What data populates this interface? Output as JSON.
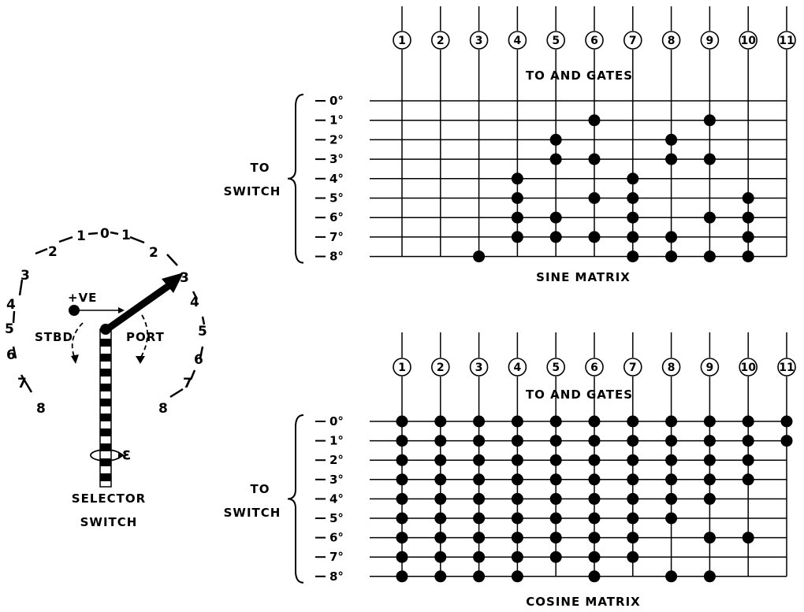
{
  "selector": {
    "label_line1": "SELECTOR",
    "label_line2": "SWITCH",
    "positive_label": "+VE",
    "stbd_label": "STBD",
    "port_label": "PORT",
    "epsilon_label": "ε",
    "dial_left": [
      "2",
      "1",
      "0",
      "1",
      "2",
      "3",
      "4",
      "5",
      "6",
      "7",
      "8"
    ],
    "dial_right": [
      "3",
      "4",
      "5",
      "6",
      "7",
      "8"
    ],
    "left_side_digits": [
      "3",
      "4",
      "5",
      "6",
      "7",
      "8"
    ]
  },
  "sine_matrix": {
    "title": "SINE MATRIX",
    "gates_label": "TO AND GATES",
    "switch_label_line1": "TO",
    "switch_label_line2": "SWITCH",
    "columns": [
      "1",
      "2",
      "3",
      "4",
      "5",
      "6",
      "7",
      "8",
      "9",
      "10",
      "11"
    ],
    "rows": [
      "0°",
      "1°",
      "2°",
      "3°",
      "4°",
      "5°",
      "6°",
      "7°",
      "8°"
    ],
    "dots": [
      [],
      [
        6,
        9
      ],
      [
        5,
        8
      ],
      [
        5,
        6,
        8,
        9
      ],
      [
        4,
        7
      ],
      [
        4,
        6,
        7,
        10
      ],
      [
        4,
        5,
        7,
        9,
        10
      ],
      [
        4,
        5,
        6,
        7,
        8,
        10
      ],
      [
        3,
        7,
        8,
        9,
        10
      ]
    ]
  },
  "cosine_matrix": {
    "title": "COSINE MATRIX",
    "gates_label": "TO AND GATES",
    "switch_label_line1": "TO",
    "switch_label_line2": "SWITCH",
    "columns": [
      "1",
      "2",
      "3",
      "4",
      "5",
      "6",
      "7",
      "8",
      "9",
      "10",
      "11"
    ],
    "rows": [
      "0°",
      "1°",
      "2°",
      "3°",
      "4°",
      "5°",
      "6°",
      "7°",
      "8°"
    ],
    "dots": [
      [
        1,
        2,
        3,
        4,
        5,
        6,
        7,
        8,
        9,
        10,
        11
      ],
      [
        1,
        2,
        3,
        4,
        5,
        6,
        7,
        8,
        9,
        10,
        11
      ],
      [
        1,
        2,
        3,
        4,
        5,
        6,
        7,
        8,
        9,
        10
      ],
      [
        1,
        2,
        3,
        4,
        5,
        6,
        7,
        8,
        9,
        10
      ],
      [
        1,
        2,
        3,
        4,
        5,
        6,
        7,
        8,
        9
      ],
      [
        1,
        2,
        3,
        4,
        5,
        6,
        7,
        8
      ],
      [
        1,
        2,
        3,
        4,
        5,
        6,
        7,
        9,
        10
      ],
      [
        1,
        2,
        3,
        4,
        5,
        6,
        7
      ],
      [
        1,
        2,
        3,
        4,
        6,
        8,
        9
      ]
    ]
  }
}
